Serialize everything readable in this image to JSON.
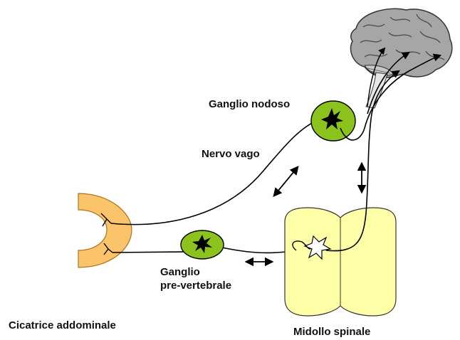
{
  "labels": {
    "ganglio_nodoso": "Ganglio nodoso",
    "nervo_vago": "Nervo vago",
    "ganglio_prevertebrale_line1": "Ganglio",
    "ganglio_prevertebrale_line2": "pre-vertebrale",
    "cicatrice_addominale": "Cicatrice addominale",
    "midollo_spinale": "Midollo spinale"
  },
  "colors": {
    "scar": "#fbc46a",
    "ganglion": "#8bc21c",
    "spinal_cord": "#ffffa8",
    "brain": "#a6a6a6",
    "line": "#000000"
  },
  "icons": [
    "brain-icon",
    "bidirectional-arrow-icon",
    "neuron-spark-icon"
  ]
}
